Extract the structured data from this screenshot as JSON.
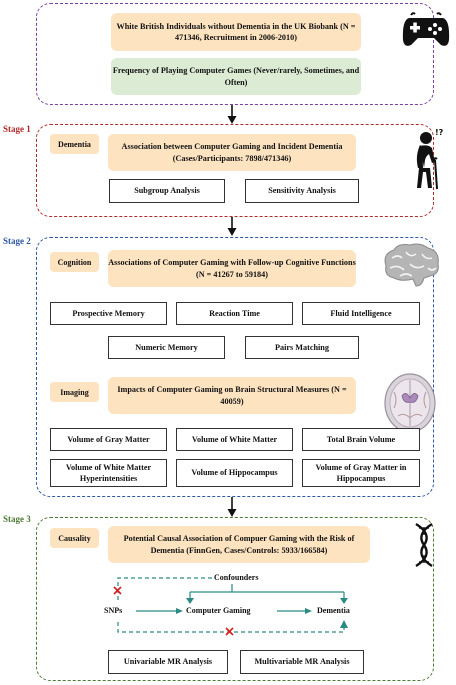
{
  "top": {
    "cohort": "White British Individuals without Dementia in the UK Biobank (N = 471346, Recruitment in 2006-2010)",
    "frequency": "Frequency of Playing Computer Games (Never/rarely, Sometimes, and Often)"
  },
  "stage1": {
    "label": "Stage 1",
    "tag": "Dementia",
    "main": "Association between Computer Gaming and Incident Dementia (Cases/Participants: 7898/471346)",
    "sub": [
      "Subgroup Analysis",
      "Sensitivity Analysis"
    ]
  },
  "stage2": {
    "label": "Stage 2",
    "cog_tag": "Cognition",
    "cog_main": "Associations of Computer Gaming with Follow-up Cognitive Functions (N = 41267 to 59184)",
    "cog_items": [
      "Prospective Memory",
      "Reaction Time",
      "Fluid Intelligence",
      "Numeric Memory",
      "Pairs Matching"
    ],
    "img_tag": "Imaging",
    "img_main": "Impacts of Computer Gaming on Brain Structural Measures (N = 40059)",
    "img_items": [
      "Volume of Gray Matter",
      "Volume of White Matter",
      "Total Brain Volume",
      "Volume of White Matter Hyperintensities",
      "Volume of Hippocampus",
      "Volume of Gray Matter in Hippocampus"
    ]
  },
  "stage3": {
    "label": "Stage 3",
    "tag": "Causality",
    "main": "Potential Causal Association of Compuer Gaming with the Risk of Dementia (FinnGen, Cases/Controls: 5933/166584)",
    "confounders": "Confounders",
    "snps": "SNPs",
    "gaming": "Computer Gaming",
    "dementia": "Dementia",
    "sub": [
      "Univariable MR Analysis",
      "Multivariable MR Analysis"
    ]
  },
  "icons": [
    "gamepad-icon",
    "elderly-person-icon",
    "brain-icon",
    "brain-mri-icon",
    "dna-icon"
  ],
  "colors": {
    "purple": "#7b3fa8",
    "red": "#b02a2a",
    "blue": "#2d56a4",
    "green": "#4f7a35",
    "peach": "#fde3c0",
    "lightgreen": "#dcebd3",
    "teal": "#2a8a84",
    "cross": "#d81e1e"
  }
}
